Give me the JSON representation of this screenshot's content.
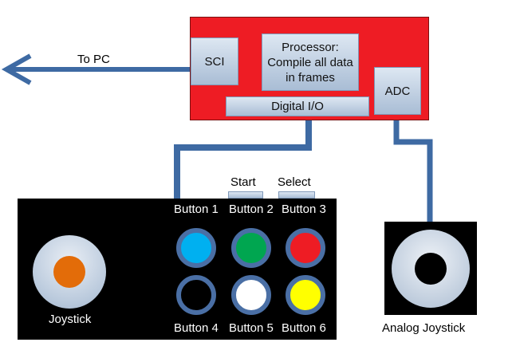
{
  "colors": {
    "wire": "#3e6aa3",
    "mcu_board": "#ee1c24",
    "button_1": "#00b0f0",
    "button_2": "#00a650",
    "button_3": "#ee1c24",
    "button_4": "#000000",
    "button_5": "#ffffff",
    "button_6": "#ffff00",
    "joystick_knob": "#e36c09"
  },
  "labels": {
    "to_pc": "To PC",
    "sci": "SCI",
    "processor": "Processor: Compile all data in frames",
    "adc": "ADC",
    "digital_io": "Digital I/O",
    "start": "Start",
    "select": "Select",
    "button_1": "Button 1",
    "button_2": "Button 2",
    "button_3": "Button 3",
    "button_4": "Button 4",
    "button_5": "Button 5",
    "button_6": "Button 6",
    "joystick": "Joystick",
    "analog_joystick": "Analog Joystick"
  },
  "icons": [
    "arrow-left-icon",
    "joystick-icon",
    "analog-joystick-icon"
  ]
}
